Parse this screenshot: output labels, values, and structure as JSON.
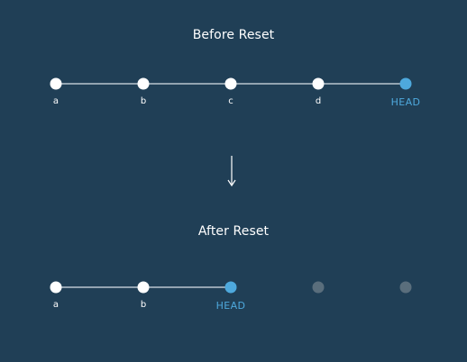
{
  "before": {
    "title": "Before Reset",
    "commits": [
      {
        "label": "a",
        "state": "commit"
      },
      {
        "label": "b",
        "state": "commit"
      },
      {
        "label": "c",
        "state": "commit"
      },
      {
        "label": "d",
        "state": "commit"
      },
      {
        "label": "HEAD",
        "state": "head"
      }
    ]
  },
  "arrow_icon": "arrow-down-icon",
  "after": {
    "title": "After Reset",
    "commits": [
      {
        "label": "a",
        "state": "commit"
      },
      {
        "label": "b",
        "state": "commit"
      },
      {
        "label": "HEAD",
        "state": "head"
      },
      {
        "label": "",
        "state": "orphaned"
      },
      {
        "label": "",
        "state": "orphaned"
      }
    ]
  },
  "colors": {
    "background": "#203f56",
    "commit": "#ffffff",
    "head": "#4ea9dd",
    "orphaned": "#5a6e7c",
    "line": "#b9c6cf"
  }
}
